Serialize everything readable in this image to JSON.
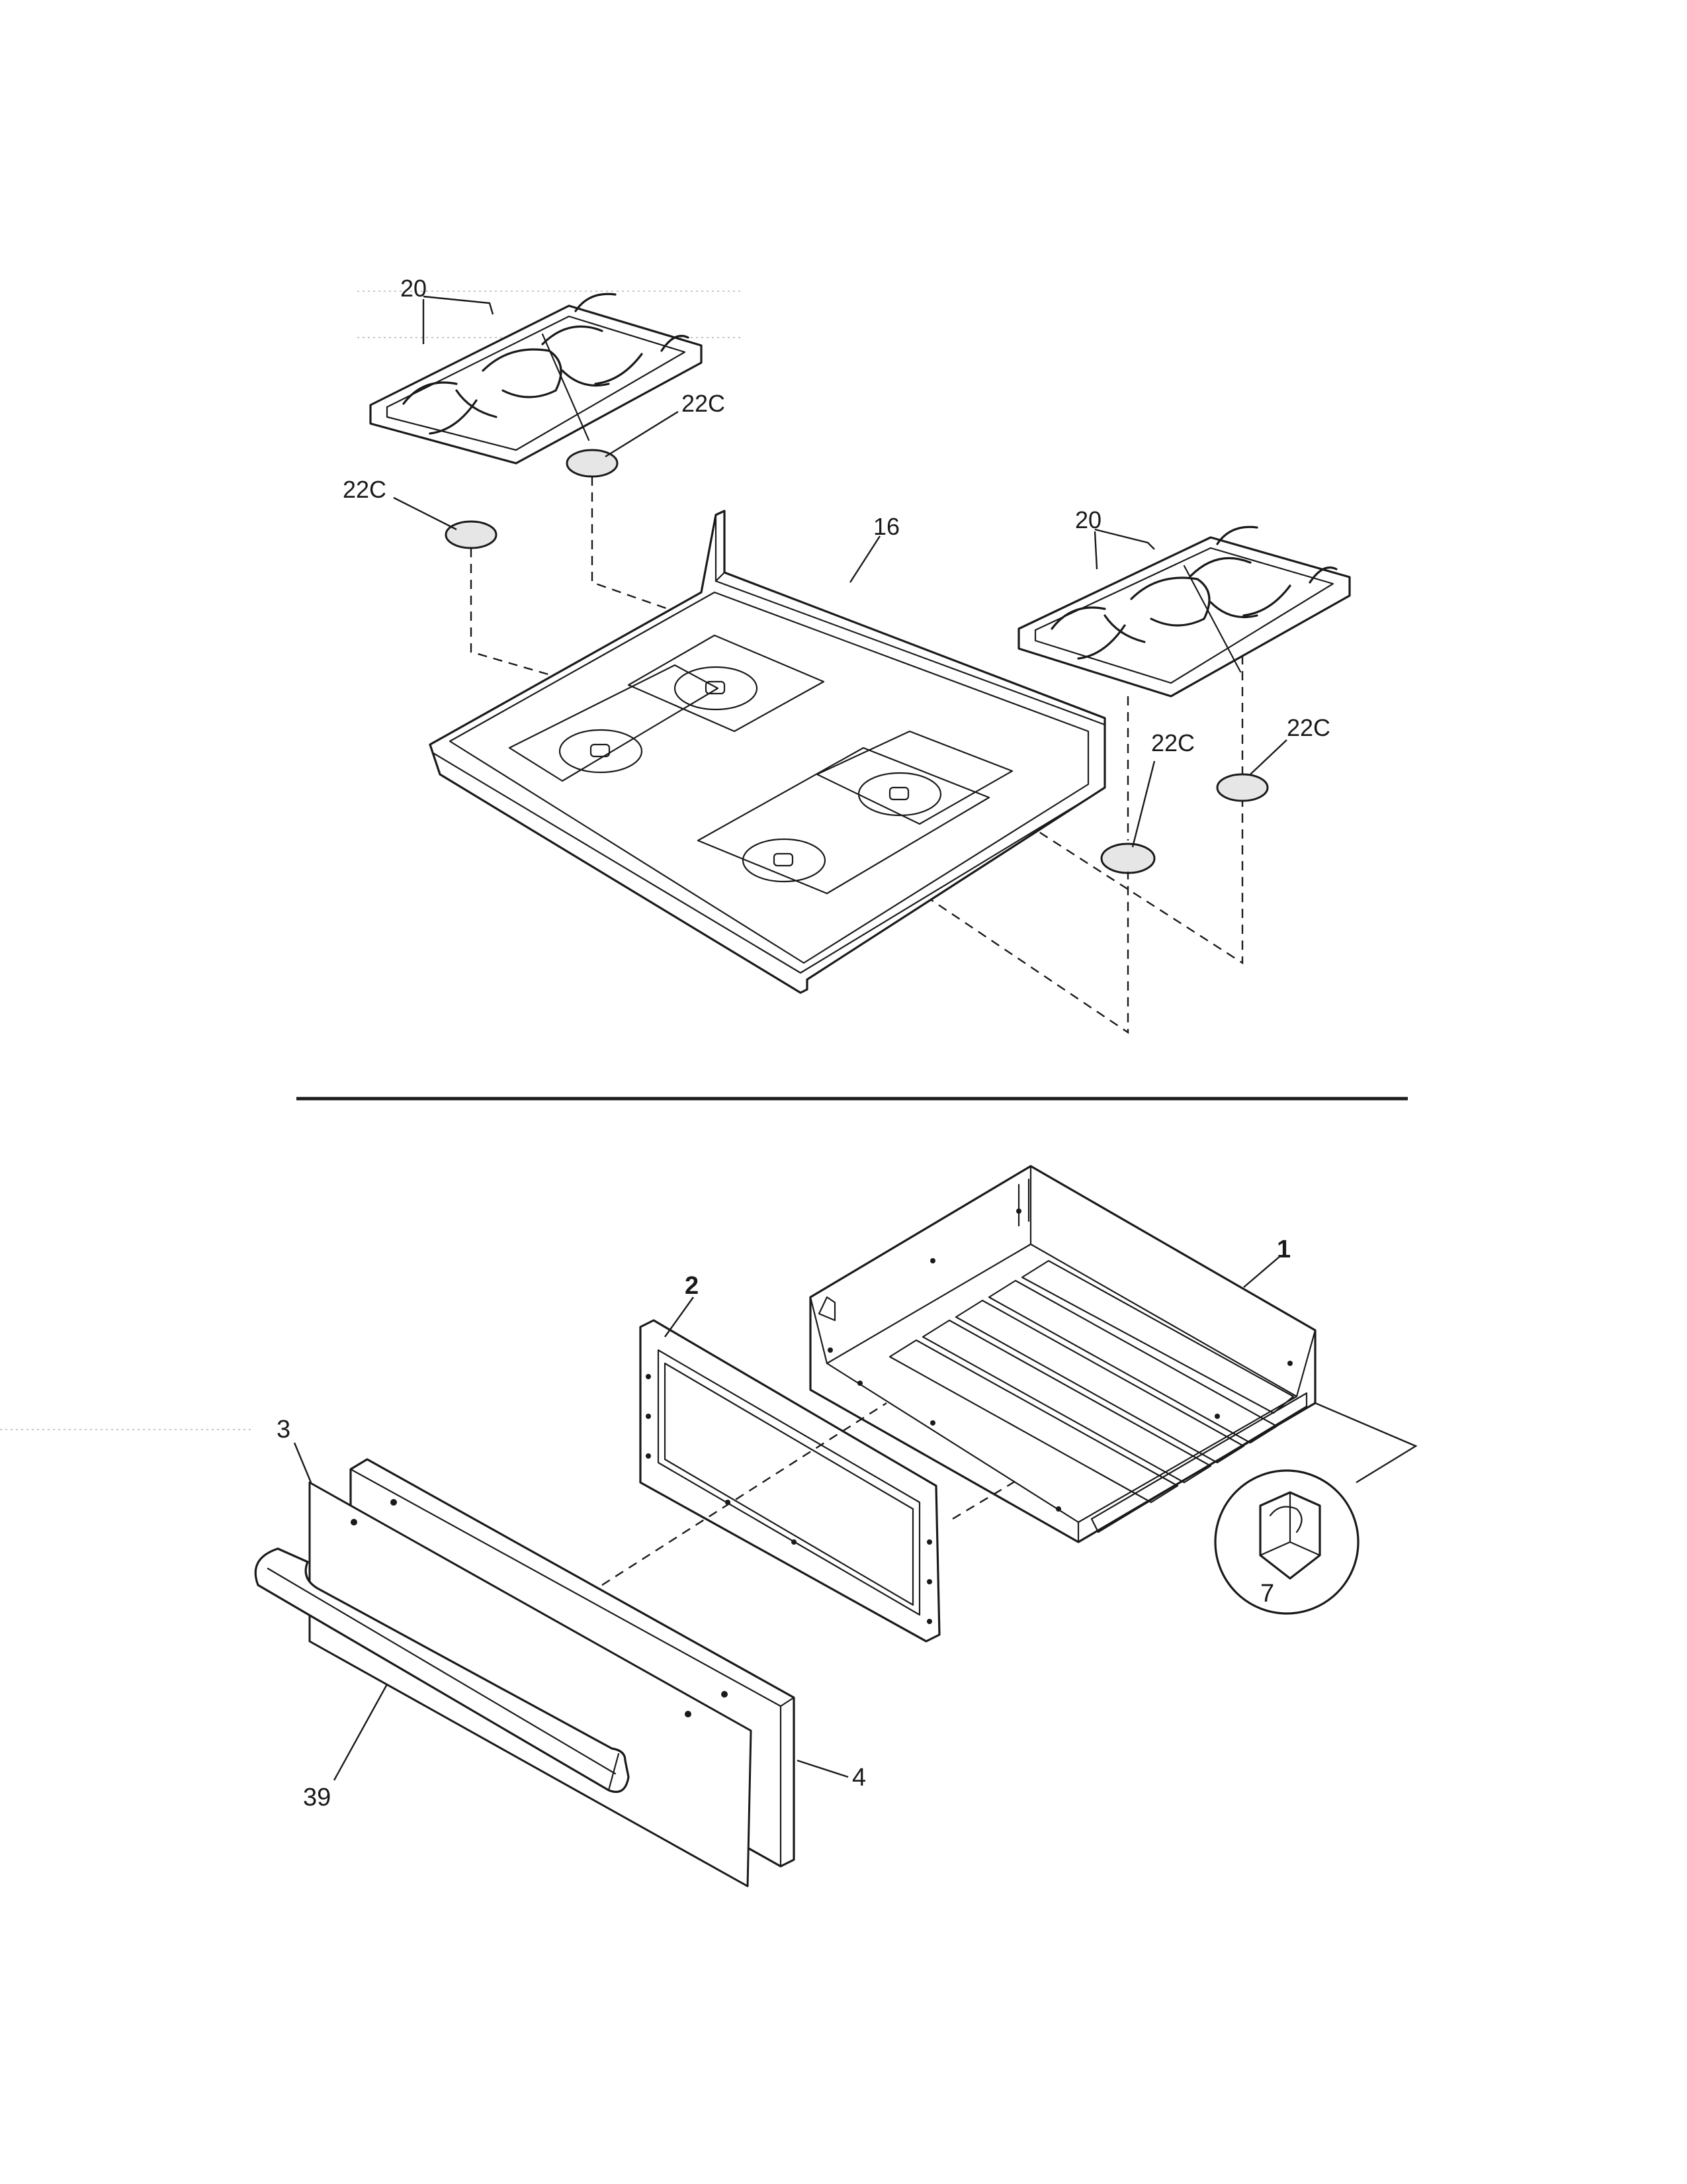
{
  "diagram": {
    "top_section": {
      "callouts": {
        "grate_left": "20",
        "cap_left_top": "22C",
        "cap_left_bottom": "22C",
        "cooktop": "16",
        "grate_right": "20",
        "cap_right_bottom": "22C",
        "cap_right_top": "22C"
      }
    },
    "bottom_section": {
      "callouts": {
        "drawer_body": "1",
        "drawer_panel_frame": "2",
        "drawer_front_inner": "3",
        "handle": "39",
        "drawer_front_outer": "4",
        "clip_detail": "7"
      }
    }
  }
}
